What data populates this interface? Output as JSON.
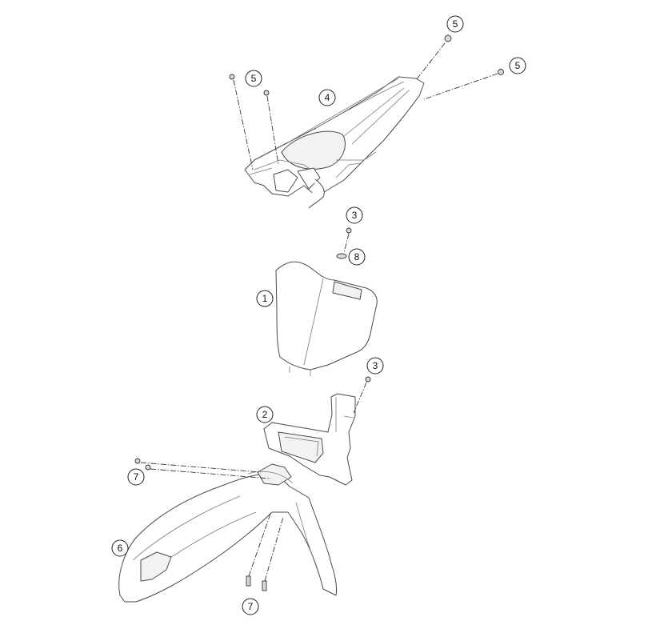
{
  "callouts": [
    {
      "id": "c5a",
      "label": "5"
    },
    {
      "id": "c5b",
      "label": "5"
    },
    {
      "id": "c5c",
      "label": "5"
    },
    {
      "id": "c4",
      "label": "4"
    },
    {
      "id": "c3a",
      "label": "3"
    },
    {
      "id": "c8",
      "label": "8"
    },
    {
      "id": "c1",
      "label": "1"
    },
    {
      "id": "c3b",
      "label": "3"
    },
    {
      "id": "c2",
      "label": "2"
    },
    {
      "id": "c7a",
      "label": "7"
    },
    {
      "id": "c6",
      "label": "6"
    },
    {
      "id": "c7b",
      "label": "7"
    }
  ]
}
